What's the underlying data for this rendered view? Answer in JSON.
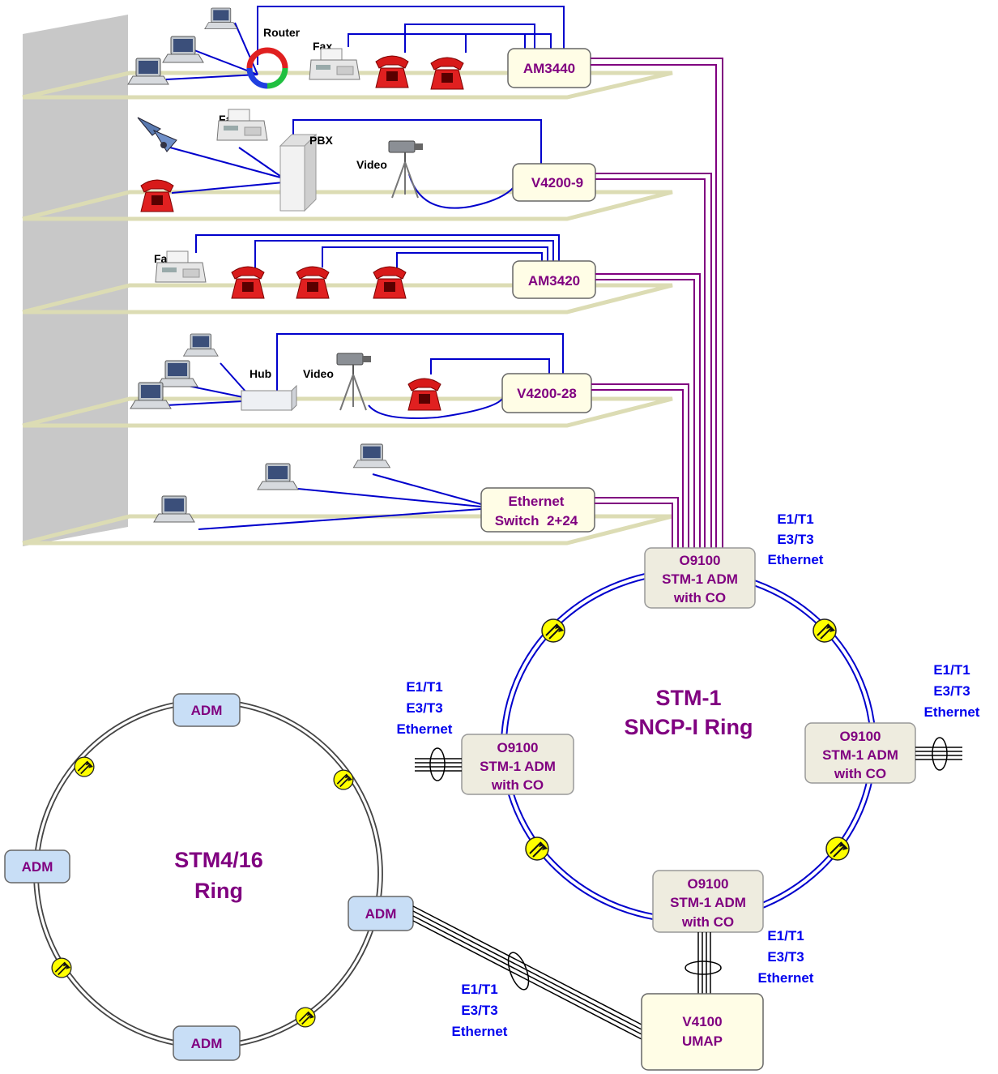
{
  "colors": {
    "wall": "#c8c8c8",
    "floor": "#dcdcb4",
    "cpe_fill": "#fffde6",
    "cpe_text": "#800080",
    "adm_fill": "#c8def6",
    "adm_text": "#800080",
    "o9100_fill": "#eeecdf",
    "signal_text": "#0000ee",
    "ring_title": "#800080",
    "lan_line": "#0000cc",
    "trunk_line": "#800080",
    "protection_marker": "#ffff00"
  },
  "floors": {
    "f1": {
      "cpe": "AM3440",
      "labels": {
        "router": "Router",
        "fax": "Fax"
      },
      "devices": [
        "laptop-icon",
        "laptop-icon",
        "laptop-icon",
        "router-icon",
        "fax-icon",
        "phone-icon",
        "phone-icon"
      ]
    },
    "f2": {
      "cpe": "V4200-9",
      "labels": {
        "fax": "Fax",
        "pbx": "PBX",
        "video": "Video"
      },
      "devices": [
        "satellite-icon",
        "phone-icon",
        "fax-icon",
        "pbx-icon",
        "video-camera-icon"
      ]
    },
    "f3": {
      "cpe": "AM3420",
      "labels": {
        "fax": "Fax"
      },
      "devices": [
        "fax-icon",
        "phone-icon",
        "phone-icon",
        "phone-icon"
      ]
    },
    "f4": {
      "cpe": "V4200-28",
      "labels": {
        "hub": "Hub",
        "video": "Video"
      },
      "devices": [
        "laptop-icon",
        "laptop-icon",
        "laptop-icon",
        "hub-icon",
        "video-camera-icon",
        "phone-icon"
      ]
    },
    "f5": {
      "cpe_line1": "Ethernet",
      "cpe_line2": "Switch  2+24",
      "devices": [
        "laptop-icon",
        "laptop-icon",
        "laptop-icon"
      ]
    }
  },
  "stm1_ring": {
    "title_line1": "STM-1",
    "title_line2": "SNCP-I Ring",
    "nodes": {
      "top": {
        "l1": "O9100",
        "l2": "STM-1 ADM",
        "l3": "with CO"
      },
      "left": {
        "l1": "O9100",
        "l2": "STM-1 ADM",
        "l3": "with CO"
      },
      "right": {
        "l1": "O9100",
        "l2": "STM-1 ADM",
        "l3": "with CO"
      },
      "bottom": {
        "l1": "O9100",
        "l2": "STM-1 ADM",
        "l3": "with CO"
      }
    }
  },
  "stm4_ring": {
    "title_line1": "STM4/16",
    "title_line2": "Ring",
    "adm_label": "ADM"
  },
  "umap": {
    "line1": "V4100",
    "line2": "UMAP"
  },
  "tributaries": {
    "line1": "E1/T1",
    "line2": "E3/T3",
    "line3": "Ethernet"
  }
}
